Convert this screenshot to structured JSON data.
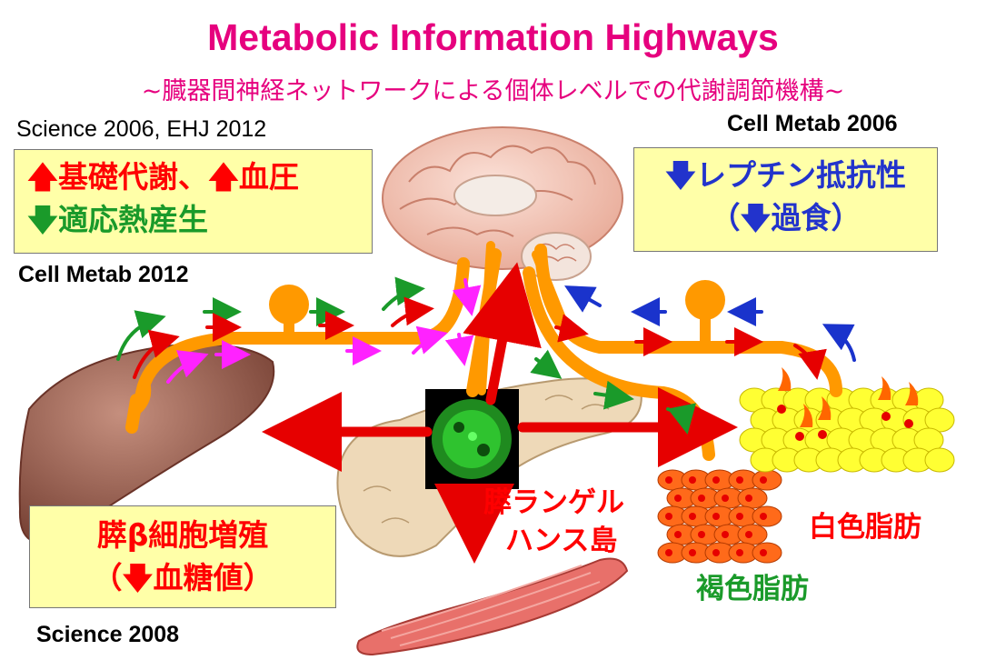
{
  "title": "Metabolic Information Highways",
  "subtitle": "~臓器間神経ネットワークによる個体レベルでの代謝調節機構~",
  "citations": {
    "top_left": "Science 2006, EHJ 2012",
    "left_mid": "Cell Metab 2012",
    "top_right": "Cell Metab 2006",
    "bottom_left": "Science 2008"
  },
  "box_top_left": {
    "line1_part1": "基礎代謝、",
    "line1_part2": "血圧",
    "line2": "適応熱産生"
  },
  "box_top_right": {
    "line1": "レプチン抵抗性",
    "line2_open": "（",
    "line2_text": "過食",
    "line2_close": "）"
  },
  "box_bottom_left": {
    "line1": "膵β細胞増殖",
    "line2_open": "（",
    "line2_text": "血糖値",
    "line2_close": "）"
  },
  "labels": {
    "islet_line1": "膵ランゲル",
    "islet_line2": "ハンス島",
    "white_fat": "白色脂肪",
    "brown_fat": "褐色脂肪"
  },
  "colors": {
    "title": "#e6007e",
    "nerve": "#ff9900",
    "arrow_red": "#e60000",
    "arrow_green": "#1a9a2a",
    "arrow_blue": "#1a33cc",
    "arrow_magenta": "#ff00ff",
    "box_fill": "#ffffa8"
  }
}
